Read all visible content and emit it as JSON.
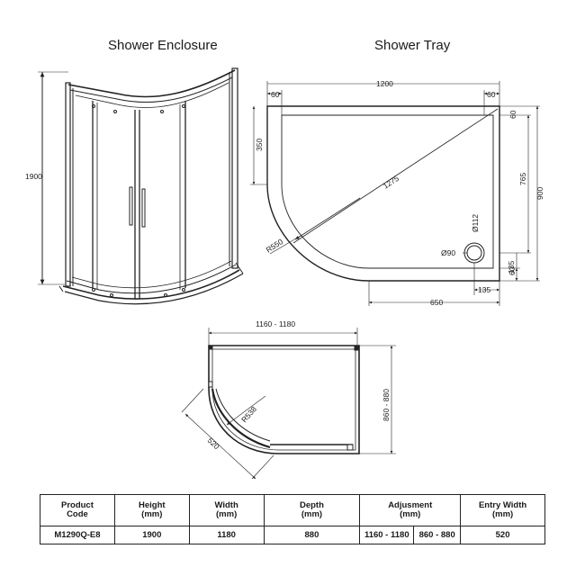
{
  "titles": {
    "enclosure": "Shower Enclosure",
    "tray": "Shower Tray"
  },
  "enclosure": {
    "height_dim": "1900"
  },
  "tray": {
    "width_total": "1200",
    "left_margin_top": "60",
    "right_margin_top": "60",
    "left_offset": "350",
    "diagonal": "1275",
    "radius": "R550",
    "waste_outer": "Ø112",
    "waste_inner": "Ø90",
    "right_top": "60",
    "inner_depth": "765",
    "total_depth": "900",
    "waste_offset_y": "135",
    "bottom_margin": "60",
    "waste_offset_x": "135",
    "bottom_width": "650"
  },
  "plan": {
    "width_range": "1160 - 1180",
    "depth_range": "860 - 880",
    "radius": "R538",
    "entry": "520"
  },
  "specs": {
    "headers": {
      "product_code": [
        "Product",
        "Code"
      ],
      "height": [
        "Height",
        "(mm)"
      ],
      "width": [
        "Width",
        "(mm)"
      ],
      "depth": [
        "Depth",
        "(mm)"
      ],
      "adjustment": [
        "Adjusment",
        "(mm)"
      ],
      "entry_width": [
        "Entry Width",
        "(mm)"
      ]
    },
    "values": {
      "product_code": "M1290Q-E8",
      "height": "1900",
      "width": "1180",
      "depth": "880",
      "adjust_width": "1160 - 1180",
      "adjust_depth": "860 - 880",
      "entry_width": "520"
    }
  }
}
